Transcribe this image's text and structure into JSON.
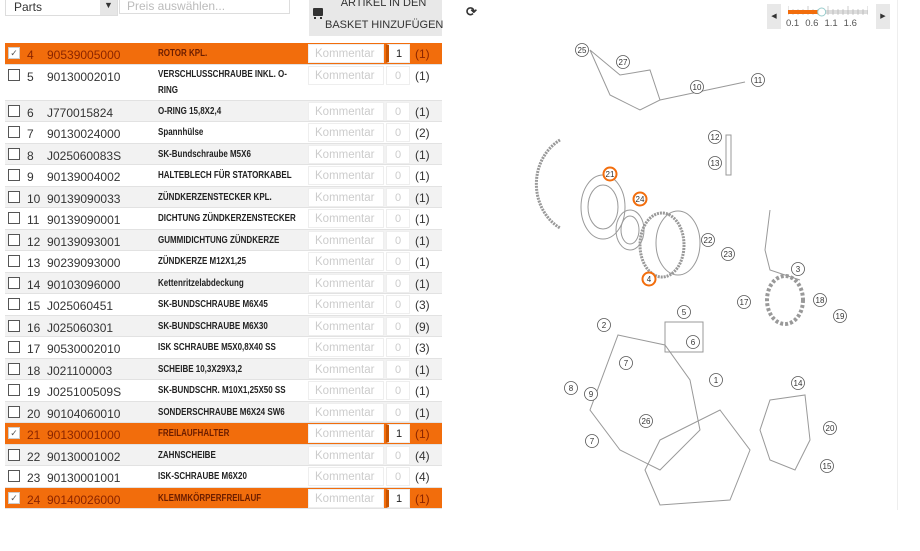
{
  "filter": {
    "category": "Parts",
    "price_placeholder": "Preis auswählen...",
    "basket_line1": "ARTIKEL IN DEN",
    "basket_line2": "BASKET HINZUFÜGEN"
  },
  "comment_placeholder": "Kommentar",
  "rows": [
    {
      "pos": "4",
      "part": "90539005000",
      "name": "ROTOR KPL.",
      "qty": "1",
      "count": "(1)",
      "checked": true
    },
    {
      "pos": "5",
      "part": "90130002010",
      "name": "VERSCHLUSSCHRAUBE INKL. O-RING",
      "qty": "0",
      "count": "(1)",
      "checked": false
    },
    {
      "pos": "6",
      "part": "J770015824",
      "name": "O-RING 15,8X2,4",
      "qty": "0",
      "count": "(1)",
      "checked": false
    },
    {
      "pos": "7",
      "part": "90130024000",
      "name": "Spannhülse",
      "qty": "0",
      "count": "(2)",
      "checked": false
    },
    {
      "pos": "8",
      "part": "J025060083S",
      "name": "SK-Bundschraube M5X6",
      "qty": "0",
      "count": "(1)",
      "checked": false
    },
    {
      "pos": "9",
      "part": "90139004002",
      "name": "HALTEBLECH FÜR STATORKABEL",
      "qty": "0",
      "count": "(1)",
      "checked": false
    },
    {
      "pos": "10",
      "part": "90139090033",
      "name": "ZÜNDKERZENSTECKER KPL.",
      "qty": "0",
      "count": "(1)",
      "checked": false
    },
    {
      "pos": "11",
      "part": "90139090001",
      "name": "DICHTUNG ZÜNDKERZENSTECKER",
      "qty": "0",
      "count": "(1)",
      "checked": false
    },
    {
      "pos": "12",
      "part": "90139093001",
      "name": "GUMMIDICHTUNG ZÜNDKERZE",
      "qty": "0",
      "count": "(1)",
      "checked": false
    },
    {
      "pos": "13",
      "part": "90239093000",
      "name": "ZÜNDKERZE M12X1,25",
      "qty": "0",
      "count": "(1)",
      "checked": false
    },
    {
      "pos": "14",
      "part": "90103096000",
      "name": "Kettenritzelabdeckung",
      "qty": "0",
      "count": "(1)",
      "checked": false
    },
    {
      "pos": "15",
      "part": "J025060451",
      "name": "SK-BUNDSCHRAUBE M6X45",
      "qty": "0",
      "count": "(3)",
      "checked": false
    },
    {
      "pos": "16",
      "part": "J025060301",
      "name": "SK-BUNDSCHRAUBE M6X30",
      "qty": "0",
      "count": "(9)",
      "checked": false
    },
    {
      "pos": "17",
      "part": "90530002010",
      "name": "ISK SCHRAUBE M5X0,8X40 SS",
      "qty": "0",
      "count": "(3)",
      "checked": false
    },
    {
      "pos": "18",
      "part": "J021100003",
      "name": "SCHEIBE 10,3X29X3,2",
      "qty": "0",
      "count": "(1)",
      "checked": false
    },
    {
      "pos": "19",
      "part": "J025100509S",
      "name": "SK-BUNDSCHR. M10X1,25X50 SS",
      "qty": "0",
      "count": "(1)",
      "checked": false
    },
    {
      "pos": "20",
      "part": "90104060010",
      "name": "SONDERSCHRAUBE M6X24 SW6",
      "qty": "0",
      "count": "(1)",
      "checked": false
    },
    {
      "pos": "21",
      "part": "90130001000",
      "name": "FREILAUFHALTER",
      "qty": "1",
      "count": "(1)",
      "checked": true
    },
    {
      "pos": "22",
      "part": "90130001002",
      "name": "ZAHNSCHEIBE",
      "qty": "0",
      "count": "(4)",
      "checked": false
    },
    {
      "pos": "23",
      "part": "90130001001",
      "name": "ISK-SCHRAUBE M6X20",
      "qty": "0",
      "count": "(4)",
      "checked": false
    },
    {
      "pos": "24",
      "part": "90140026000",
      "name": "KLEMMKÖRPERFREILAUF",
      "qty": "1",
      "count": "(1)",
      "checked": true
    }
  ],
  "zoom": {
    "ticks": [
      "0.1",
      "0.6",
      "1.1",
      "1.6"
    ],
    "value": 0.9,
    "min": 0.1,
    "max": 2.0
  },
  "callouts": [
    "25",
    "27",
    "10",
    "11",
    "12",
    "13",
    "21",
    "24",
    "4",
    "22",
    "23",
    "3",
    "17",
    "18",
    "19",
    "5",
    "6",
    "2",
    "7",
    "8",
    "9",
    "1",
    "14",
    "26",
    "20",
    "7",
    "15"
  ],
  "highlighted_callouts": [
    "21",
    "24",
    "4"
  ],
  "colors": {
    "accent": "#f26d0c"
  }
}
